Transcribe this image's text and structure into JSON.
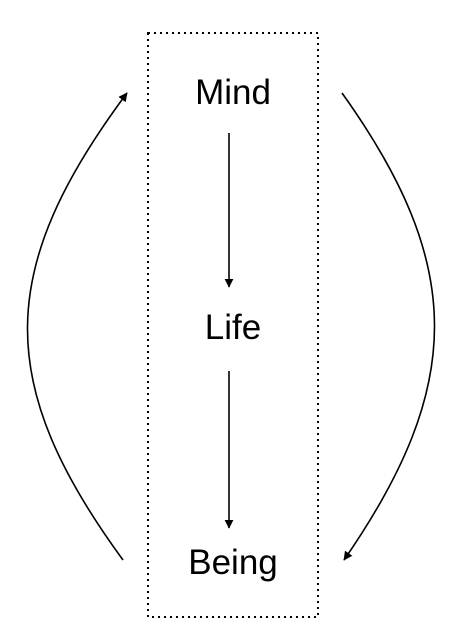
{
  "nodes": {
    "top": "Mind",
    "middle": "Life",
    "bottom": "Being"
  },
  "colors": {
    "background": "#ffffff",
    "stroke": "#000000",
    "text": "#000000"
  }
}
